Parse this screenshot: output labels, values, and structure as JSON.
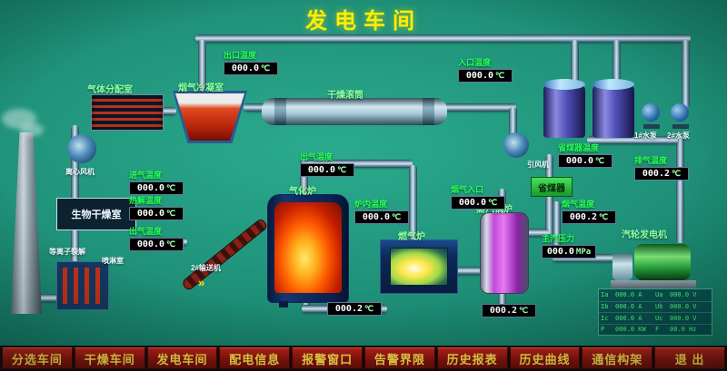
{
  "title": "发电车间",
  "menu": {
    "items": [
      "分选车间",
      "干燥车间",
      "发电车间",
      "配电信息",
      "报警窗口",
      "告警界限",
      "历史报表",
      "历史曲线",
      "通信构架",
      "退 出"
    ]
  },
  "equipment": {
    "gas_distribution": "气体分配室",
    "flue_condenser": "烟气冷凝室",
    "drying_drum": "干燥滚筒",
    "centrifugal_fan": "离心风机",
    "bio_drying_room": "生物干燥室",
    "plasma_cracking": "等离子裂解",
    "spray_room": "喷淋室",
    "conveyor2": "2#输送机",
    "gasifier": "气化炉",
    "gas_furnace": "燃气炉",
    "steam_boiler": "蒸汽锅炉",
    "economizer": "省煤器",
    "induced_fan": "引风机",
    "turbine_generator": "汽轮发电机",
    "pump1": "1#水泵",
    "pump2": "2#水泵"
  },
  "readouts": [
    {
      "label": "出口温度",
      "value": "000.0",
      "unit": "℃"
    },
    {
      "label": "入口温度",
      "value": "000.0",
      "unit": "℃"
    },
    {
      "label": "进气温度",
      "value": "000.0",
      "unit": "℃"
    },
    {
      "label": "热解温度",
      "value": "000.0",
      "unit": "℃"
    },
    {
      "label": "出气温度",
      "value": "000.0",
      "unit": "℃"
    },
    {
      "label": "出气温度",
      "value": "000.0",
      "unit": "℃"
    },
    {
      "label": "炉内温度",
      "value": "000.0",
      "unit": "℃"
    },
    {
      "label": "烟气入口",
      "value": "000.0",
      "unit": "℃"
    },
    {
      "label": "",
      "value": "000.2",
      "unit": "℃"
    },
    {
      "label": "",
      "value": "000.2",
      "unit": "℃"
    },
    {
      "label": "省煤器温度",
      "value": "000.0",
      "unit": "℃"
    },
    {
      "label": "烟气温度",
      "value": "000.2",
      "unit": "℃"
    },
    {
      "label": "排气温度",
      "value": "000.2",
      "unit": "℃"
    },
    {
      "label": "主汽压力",
      "value": "000.0",
      "unit": "MPa"
    }
  ],
  "generator_panel": {
    "rows": [
      {
        "a": "Ia",
        "av": "000.0 A",
        "b": "Ua",
        "bv": "000.0 V"
      },
      {
        "a": "Ib",
        "av": "000.0 A",
        "b": "Ub",
        "bv": "000.0 V"
      },
      {
        "a": "Ic",
        "av": "000.0 A",
        "b": "Uc",
        "bv": "000.0 V"
      },
      {
        "a": "P",
        "av": "000.0 KW",
        "b": "F",
        "bv": "00.0 Hz"
      }
    ]
  }
}
